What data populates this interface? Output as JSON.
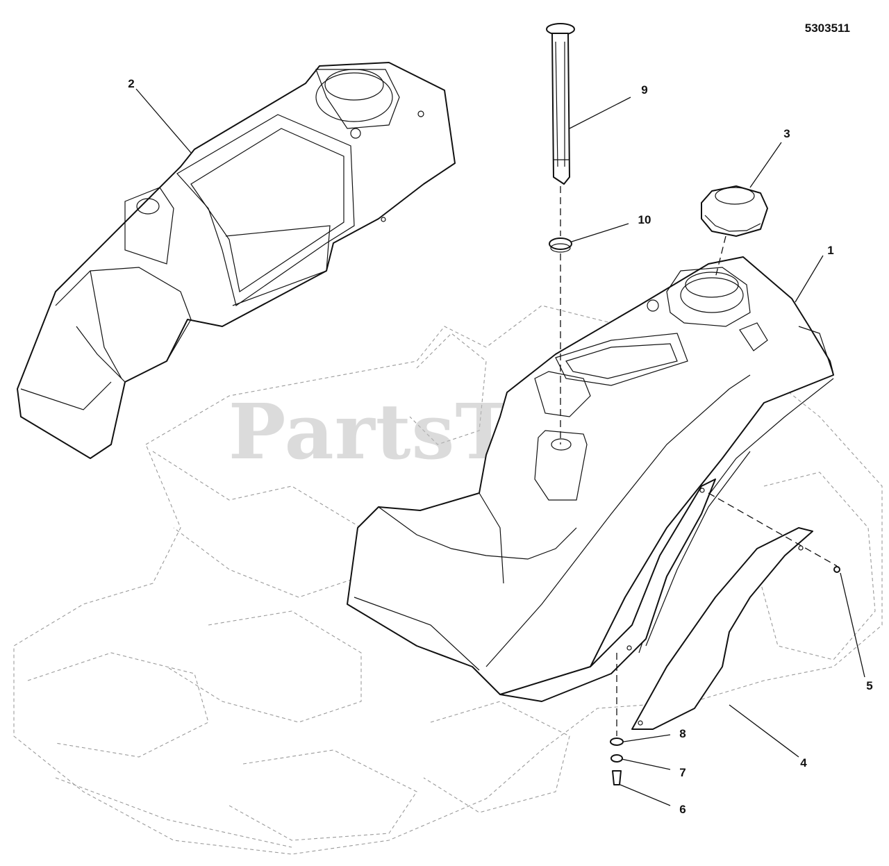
{
  "diagram": {
    "id_number": "5303511",
    "watermark": "PartsTree",
    "callouts": [
      {
        "key": "c1",
        "label": "1"
      },
      {
        "key": "c2",
        "label": "2"
      },
      {
        "key": "c3",
        "label": "3"
      },
      {
        "key": "c4",
        "label": "4"
      },
      {
        "key": "c5",
        "label": "5"
      },
      {
        "key": "c6",
        "label": "6"
      },
      {
        "key": "c7",
        "label": "7"
      },
      {
        "key": "c8",
        "label": "8"
      },
      {
        "key": "c9",
        "label": "9"
      },
      {
        "key": "c10",
        "label": "10"
      }
    ]
  }
}
